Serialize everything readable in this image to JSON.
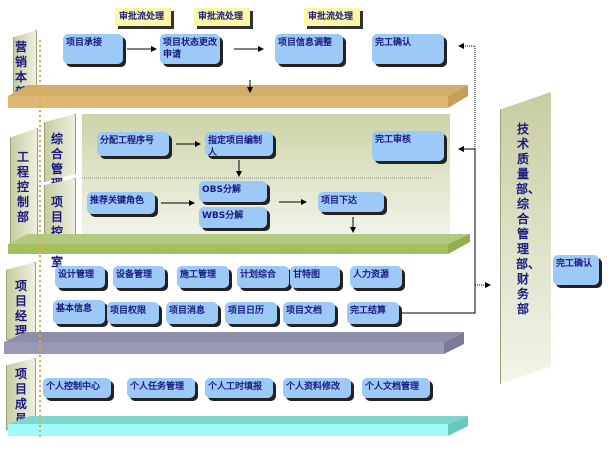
{
  "colors": {
    "box": "#9cc9f6",
    "box_text": "#1a1a80",
    "note": "#fbf7a6",
    "shelf_marketing": "#d9b46e",
    "shelf_engineering": "#a6c464",
    "shelf_pm": "#8a8aaa",
    "shelf_member": "#8de8e8"
  },
  "marketing": {
    "label": "营销本部",
    "notes": [
      "审批流处理",
      "审批流处理",
      "审批流处理"
    ],
    "boxes": [
      "项目承接",
      "项目状态更改申请",
      "项目信息调整",
      "完工确认"
    ]
  },
  "engineering": {
    "label": "工程控制部",
    "sub_labels": [
      "综合管理室",
      "项目控制室"
    ],
    "boxes": {
      "assign": "分配工程序号",
      "designate": "指定项目编制人",
      "audit": "完工审核",
      "recommend": "推荐关键角色",
      "obs": "OBS分解",
      "wbs": "WBS分解",
      "dispatch": "项目下达"
    }
  },
  "pm": {
    "label": "项目经理",
    "row1": [
      "设计管理",
      "设备管理",
      "施工管理",
      "计划综合",
      "甘特图",
      "人力资源"
    ],
    "row2": [
      "基本信息",
      "项目权限",
      "项目消息",
      "项目日历",
      "项目文档",
      "完工结算"
    ]
  },
  "member": {
    "label": "项目成员",
    "items": [
      "个人控制中心",
      "个人任务管理",
      "个人工时填报",
      "个人资料修改",
      "个人文档管理"
    ]
  },
  "departments": {
    "label": "技术质量部、综合管理部、财务部",
    "box": "完工确认"
  }
}
